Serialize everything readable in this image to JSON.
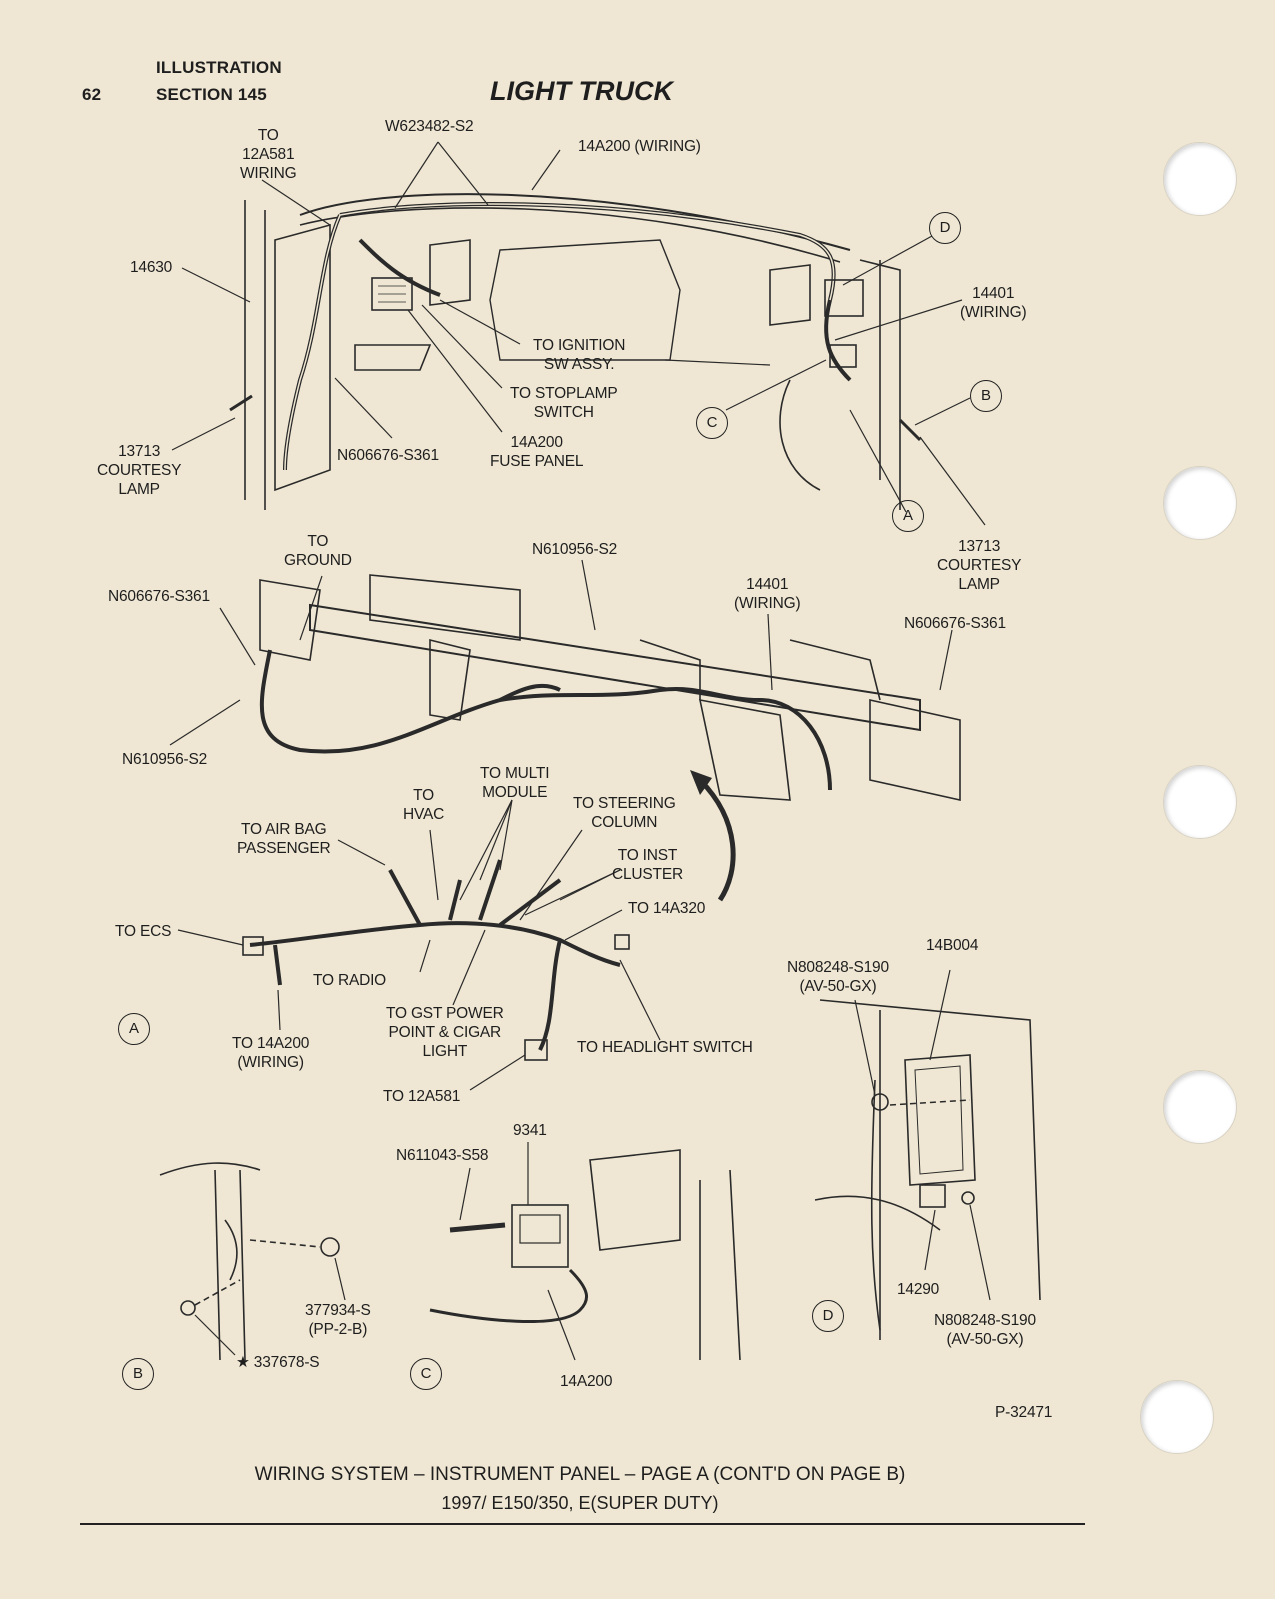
{
  "header": {
    "page_number": "62",
    "illustration": "ILLUSTRATION",
    "section": "SECTION 145",
    "title": "LIGHT TRUCK"
  },
  "labels": {
    "to_12a581_wiring": "TO\n12A581\nWIRING",
    "w623482_s2": "W623482-S2",
    "w14a200_wiring_top": "14A200 (WIRING)",
    "n14630": "14630",
    "to_ignition_sw": "TO IGNITION\nSW ASSY.",
    "to_stoplamp": "TO STOPLAMP\nSWITCH",
    "fuse_panel": "14A200\nFUSE PANEL",
    "n606676_s361_top": "N606676-S361",
    "courtesy_lamp_left": "13713\nCOURTESY\nLAMP",
    "n14401_wiring_top": "14401\n(WIRING)",
    "courtesy_lamp_right": "13713\nCOURTESY\nLAMP",
    "to_ground": "TO\nGROUND",
    "n610956_s2_top": "N610956-S2",
    "n606676_s361_left": "N606676-S361",
    "n14401_wiring_mid": "14401\n(WIRING)",
    "n606676_s361_right": "N606676-S361",
    "n610956_s2_left": "N610956-S2",
    "to_multi_module": "TO MULTI\nMODULE",
    "to_hvac": "TO\nHVAC",
    "to_steering_column": "TO STEERING\nCOLUMN",
    "to_air_bag": "TO AIR BAG\nPASSENGER",
    "to_inst_cluster": "TO INST\nCLUSTER",
    "to_14a320": "TO 14A320",
    "to_ecs": "TO ECS",
    "to_radio": "TO RADIO",
    "to_gst_power": "TO GST POWER\nPOINT & CIGAR\nLIGHT",
    "to_14a200_wiring": "TO 14A200\n(WIRING)",
    "to_headlight_switch": "TO HEADLIGHT SWITCH",
    "to_12a581": "TO 12A581",
    "n14b004": "14B004",
    "n808248_s190_top": "N808248-S190\n(AV-50-GX)",
    "n9341": "9341",
    "n611043_s58": "N611043-S58",
    "n377934_s": "377934-S\n(PP-2-B)",
    "n337678_s": "★ 337678-S",
    "n14a200_bottom": "14A200",
    "n14290": "14290",
    "n808248_s190_bottom": "N808248-S190\n(AV-50-GX)",
    "figure_id": "P-32471"
  },
  "callouts": {
    "a_top": "A",
    "b_top": "B",
    "c_top": "C",
    "d_top": "D",
    "a_detail": "A",
    "b_detail": "B",
    "c_detail": "C",
    "d_detail": "D"
  },
  "caption": {
    "line1": "WIRING SYSTEM – INSTRUMENT PANEL – PAGE A (CONT'D ON PAGE B)",
    "line2": "1997/ E150/350, E(SUPER DUTY)"
  }
}
